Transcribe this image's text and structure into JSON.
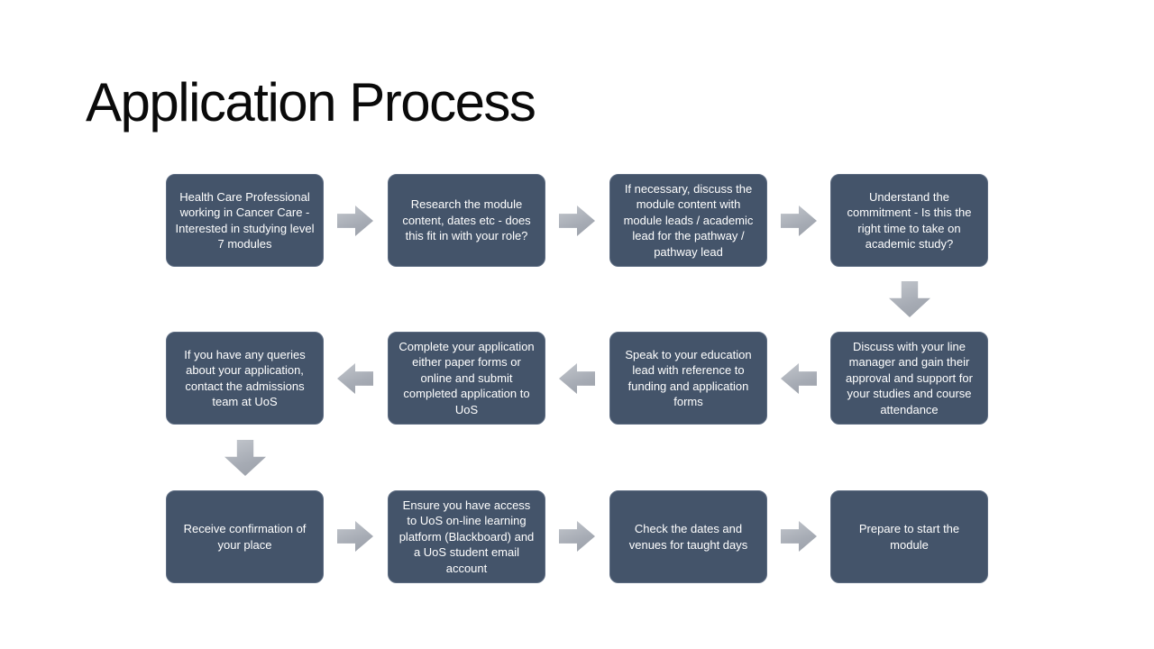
{
  "slide": {
    "title": "Application Process"
  },
  "colors": {
    "box_fill": "#44546A",
    "box_border": "#5D6C82",
    "box_text": "#FFFFFF",
    "arrow_fill": "#A6ABB4",
    "title_text": "#0A0A0A",
    "background": "#FFFFFF"
  },
  "flow": {
    "boxes": [
      {
        "id": 1,
        "row": 1,
        "col": 1,
        "text": "Health Care Professional working in Cancer Care - Interested in studying level 7 modules"
      },
      {
        "id": 2,
        "row": 1,
        "col": 2,
        "text": "Research the module content, dates etc - does this fit in with your role?"
      },
      {
        "id": 3,
        "row": 1,
        "col": 3,
        "text": "If necessary, discuss the module content with module leads / academic lead for the pathway / pathway lead"
      },
      {
        "id": 4,
        "row": 1,
        "col": 4,
        "text": "Understand the commitment - Is this the right time to take on academic study?"
      },
      {
        "id": 5,
        "row": 2,
        "col": 4,
        "text": "Discuss with your line manager and gain their approval and support for your studies and course attendance"
      },
      {
        "id": 6,
        "row": 2,
        "col": 3,
        "text": "Speak to your education lead with reference to funding and application forms"
      },
      {
        "id": 7,
        "row": 2,
        "col": 2,
        "text": "Complete your application either paper forms or online and submit completed application to UoS"
      },
      {
        "id": 8,
        "row": 2,
        "col": 1,
        "text": "If you have any queries about your application, contact the admissions team at UoS"
      },
      {
        "id": 9,
        "row": 3,
        "col": 1,
        "text": "Receive confirmation of your place"
      },
      {
        "id": 10,
        "row": 3,
        "col": 2,
        "text": "Ensure you have access to UoS on-line learning platform (Blackboard) and a UoS student email account"
      },
      {
        "id": 11,
        "row": 3,
        "col": 3,
        "text": "Check the dates and venues for taught days"
      },
      {
        "id": 12,
        "row": 3,
        "col": 4,
        "text": "Prepare to start the module"
      }
    ],
    "connectors": [
      {
        "from": 1,
        "to": 2,
        "direction": "right"
      },
      {
        "from": 2,
        "to": 3,
        "direction": "right"
      },
      {
        "from": 3,
        "to": 4,
        "direction": "right"
      },
      {
        "from": 4,
        "to": 5,
        "direction": "down"
      },
      {
        "from": 5,
        "to": 6,
        "direction": "left"
      },
      {
        "from": 6,
        "to": 7,
        "direction": "left"
      },
      {
        "from": 7,
        "to": 8,
        "direction": "left"
      },
      {
        "from": 8,
        "to": 9,
        "direction": "down"
      },
      {
        "from": 9,
        "to": 10,
        "direction": "right"
      },
      {
        "from": 10,
        "to": 11,
        "direction": "right"
      },
      {
        "from": 11,
        "to": 12,
        "direction": "right"
      }
    ]
  }
}
